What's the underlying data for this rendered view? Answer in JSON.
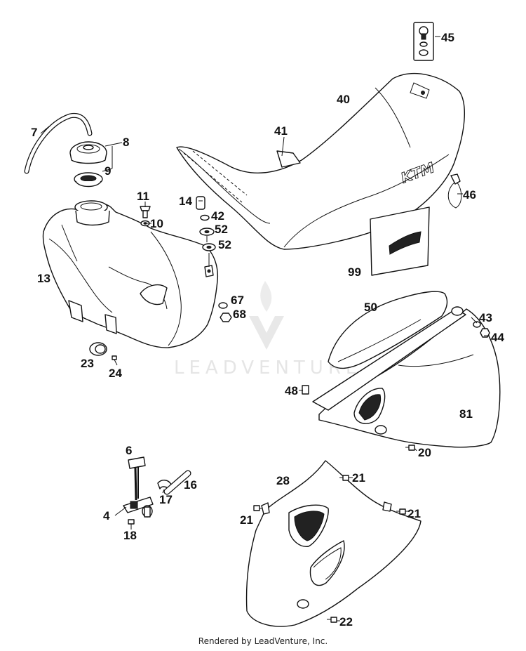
{
  "callouts": {
    "n45": "45",
    "n40": "40",
    "n41": "41",
    "n46": "46",
    "n99": "99",
    "n7": "7",
    "n8": "8",
    "n9": "9",
    "n11": "11",
    "n10": "10",
    "n14": "14",
    "n42": "42",
    "n52a": "52",
    "n52b": "52",
    "n13": "13",
    "n67": "67",
    "n68": "68",
    "n50": "50",
    "n43": "43",
    "n44": "44",
    "n23": "23",
    "n24": "24",
    "n48": "48",
    "n81": "81",
    "n20": "20",
    "n6": "6",
    "n16": "16",
    "n17": "17",
    "n4": "4",
    "n18": "18",
    "n28": "28",
    "n21a": "21",
    "n21b": "21",
    "n21c": "21",
    "n22": "22"
  },
  "watermark": "LEADVENTURE",
  "footer": "Rendered by LeadVenture, Inc."
}
